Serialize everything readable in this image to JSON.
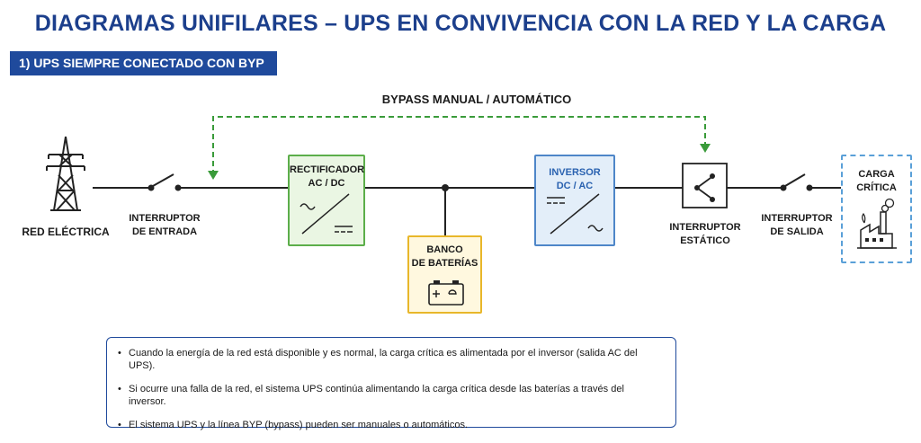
{
  "title": "DIAGRAMAS UNIFILARES – UPS EN CONVIVENCIA CON LA RED Y LA CARGA",
  "section": "1) UPS SIEMPRE CONECTADO CON BYP",
  "bypass_label": "BYPASS MANUAL / AUTOMÁTICO",
  "nodes": {
    "grid": "RED ELÉCTRICA",
    "input_breaker": [
      "INTERRUPTOR",
      "DE ENTRADA"
    ],
    "rectifier": {
      "title": [
        "RECTIFICADOR",
        "AC / DC"
      ]
    },
    "battery": {
      "title": [
        "BANCO",
        "DE BATERÍAS"
      ]
    },
    "inverter": {
      "title": [
        "INVERSOR",
        "DC / AC"
      ]
    },
    "static_switch": [
      "INTERRUPTOR",
      "ESTÁTICO"
    ],
    "output_breaker": [
      "INTERRUPTOR",
      "DE SALIDA"
    ],
    "load": [
      "CARGA",
      "CRÍTICA"
    ]
  },
  "notes": [
    "Cuando la energía de la red está disponible y es normal, la carga crítica es alimentada por el inversor (salida AC del UPS).",
    "Si ocurre una falla de la red, el sistema UPS continúa alimentando la carga crítica desde las baterías a través del inversor.",
    "El sistema UPS y la línea BYP (bypass) pueden ser manuales o automáticos."
  ],
  "colors": {
    "title": "#1c3f8c",
    "badge": "#1f4a9c",
    "rectifier_border": "#5cae4a",
    "rectifier_fill": "#eaf6e3",
    "inverter_border": "#4e86c8",
    "inverter_fill": "#e3eef9",
    "battery_border": "#e8b72a",
    "battery_fill": "#fff8df",
    "load_border": "#5aa0d8",
    "bypass_line": "#3a9b3a"
  }
}
